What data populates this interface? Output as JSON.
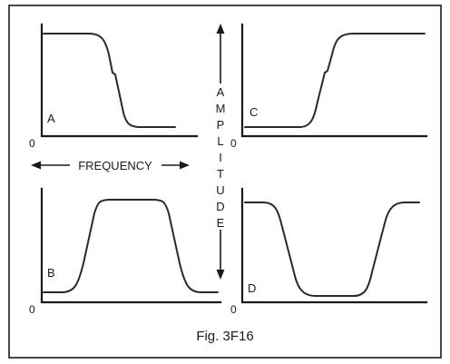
{
  "figure": {
    "caption": "Fig. 3F16",
    "frequency_label": "FREQUENCY",
    "amplitude_letters": [
      "A",
      "M",
      "P",
      "L",
      "I",
      "T",
      "U",
      "D",
      "E"
    ],
    "origin_label": "0",
    "panels": [
      {
        "id": "A",
        "label": "A",
        "response": "low-pass"
      },
      {
        "id": "B",
        "label": "B",
        "response": "band-pass"
      },
      {
        "id": "C",
        "label": "C",
        "response": "high-pass"
      },
      {
        "id": "D",
        "label": "D",
        "response": "band-stop"
      }
    ]
  }
}
